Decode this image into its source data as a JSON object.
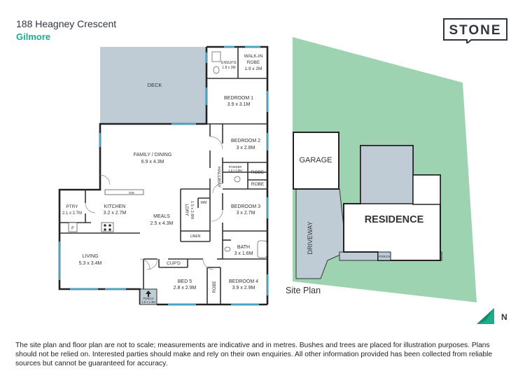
{
  "header": {
    "address": "188 Heagney Crescent",
    "suburb": "Gilmore"
  },
  "brand": {
    "logo_text": "STONE",
    "accent": "#1cae8b",
    "dark": "#2f3640"
  },
  "colors": {
    "deck": "#bfccd6",
    "site": "#9ed3b1",
    "walls": "#222222",
    "window": "#4aa3c4"
  },
  "rooms": {
    "deck": {
      "name": "DECK"
    },
    "ensuite": {
      "name": "ENSUITE",
      "size": "1.8 x 2M"
    },
    "walkin": {
      "name": "WALK-IN",
      "name2": "ROBE",
      "size": "1.9 x 2M"
    },
    "bed1": {
      "name": "BEDROOM 1",
      "size": "3.9 x 3.1M"
    },
    "bed2": {
      "name": "BEDROOM 2",
      "size": "3 x 2.8M"
    },
    "powder": {
      "name": "POWDER",
      "size": "1.5 x 0.9M"
    },
    "robe_a": {
      "name": "ROBE"
    },
    "robe_b": {
      "name": "ROBE"
    },
    "family": {
      "name": "FAMILY / DINING",
      "size": "6.9 x 4.3M"
    },
    "hallway": {
      "name": "HALLWAY"
    },
    "ldry": {
      "name": "LDRY",
      "size": "1.5 x 2.8M"
    },
    "wm": {
      "name": "WM"
    },
    "linen": {
      "name": "LINEN"
    },
    "bed3": {
      "name": "BEDROOM 3",
      "size": "3 x 2.7M"
    },
    "ptry": {
      "name": "PTRY",
      "size": "2.1 x 2.7M"
    },
    "kitchen": {
      "name": "KITCHEN",
      "size": "3.2 x 2.7M"
    },
    "dw": {
      "name": "DW"
    },
    "fridge": {
      "name": "F"
    },
    "meals": {
      "name": "MEALS",
      "size": "2.5 x 4.3M"
    },
    "bath": {
      "name": "BATH",
      "size": "3 x 1.6M"
    },
    "living": {
      "name": "LIVING",
      "size": "5.3 x 3.4M"
    },
    "cupd": {
      "name": "CUP'D"
    },
    "bed5": {
      "name": "BED 5",
      "size": "2.8 x 2.9M"
    },
    "robe_c": {
      "name": "ROBE"
    },
    "bed4": {
      "name": "BEDROOM 4",
      "size": "3.9 x 2.9M"
    },
    "porch": {
      "name": "PORCH",
      "size": "1.6 x 1.3M"
    }
  },
  "site": {
    "title": "Site Plan",
    "garage": "GARAGE",
    "residence": "RESIDENCE",
    "driveway": "DRIVEWAY",
    "porch": "PORCH",
    "north": "N"
  },
  "footer": {
    "disclaimer": "The site plan and floor plan are not to scale; measurements are indicative and in metres. Bushes and trees are placed for illustration purposes. Plans should not be relied on. Interested parties should make and rely on their own enquiries. All other information provided has been collected from reliable sources but cannot be guaranteed for accuracy."
  }
}
